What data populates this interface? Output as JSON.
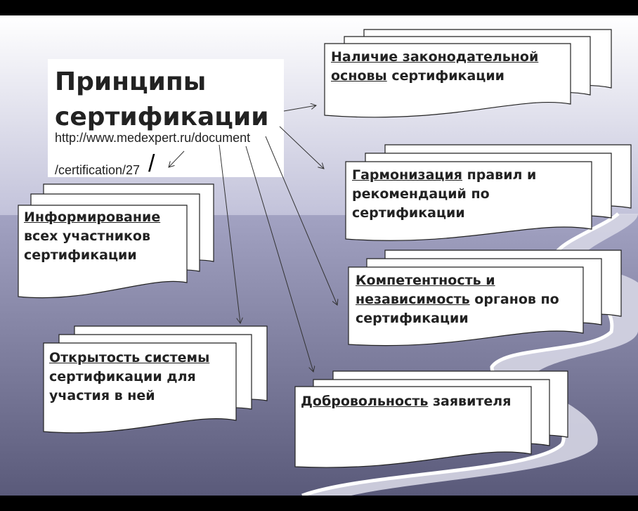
{
  "title_lines": [
    "Принципы",
    "сертификации"
  ],
  "url_lines": [
    "http://www.medexpert.ru/document",
    "/certification/27"
  ],
  "url_slash": "/",
  "boxes": {
    "legal": {
      "u1": "Наличие законодательной",
      "u2": "основы",
      "rest": " сертификации"
    },
    "harmonization": {
      "u1": "Гармонизация",
      "t1": " правил и",
      "t2": "рекомендаций по",
      "t3": "сертификации"
    },
    "competence": {
      "u1": "Компетентность и",
      "u2": "независимость",
      "t2": " органов по",
      "t3": "сертификации"
    },
    "voluntariness": {
      "u1": "Добровольность",
      "t1": " заявителя"
    },
    "openness": {
      "u1": "Открытость системы",
      "t2": "сертификации для",
      "t3": "участия в ней"
    },
    "informing": {
      "u1": "Информирование",
      "t2": "всех участников",
      "t3": "сертификации"
    }
  },
  "colors": {
    "sky_top": "#ffffff",
    "sky_bottom": "#c2c2da",
    "ground_top": "#a2a2c2",
    "ground_bottom": "#5a5a7a",
    "card_fill": "#ffffff",
    "card_stroke": "#222222",
    "arrow": "#333333",
    "frame": "#000000"
  }
}
